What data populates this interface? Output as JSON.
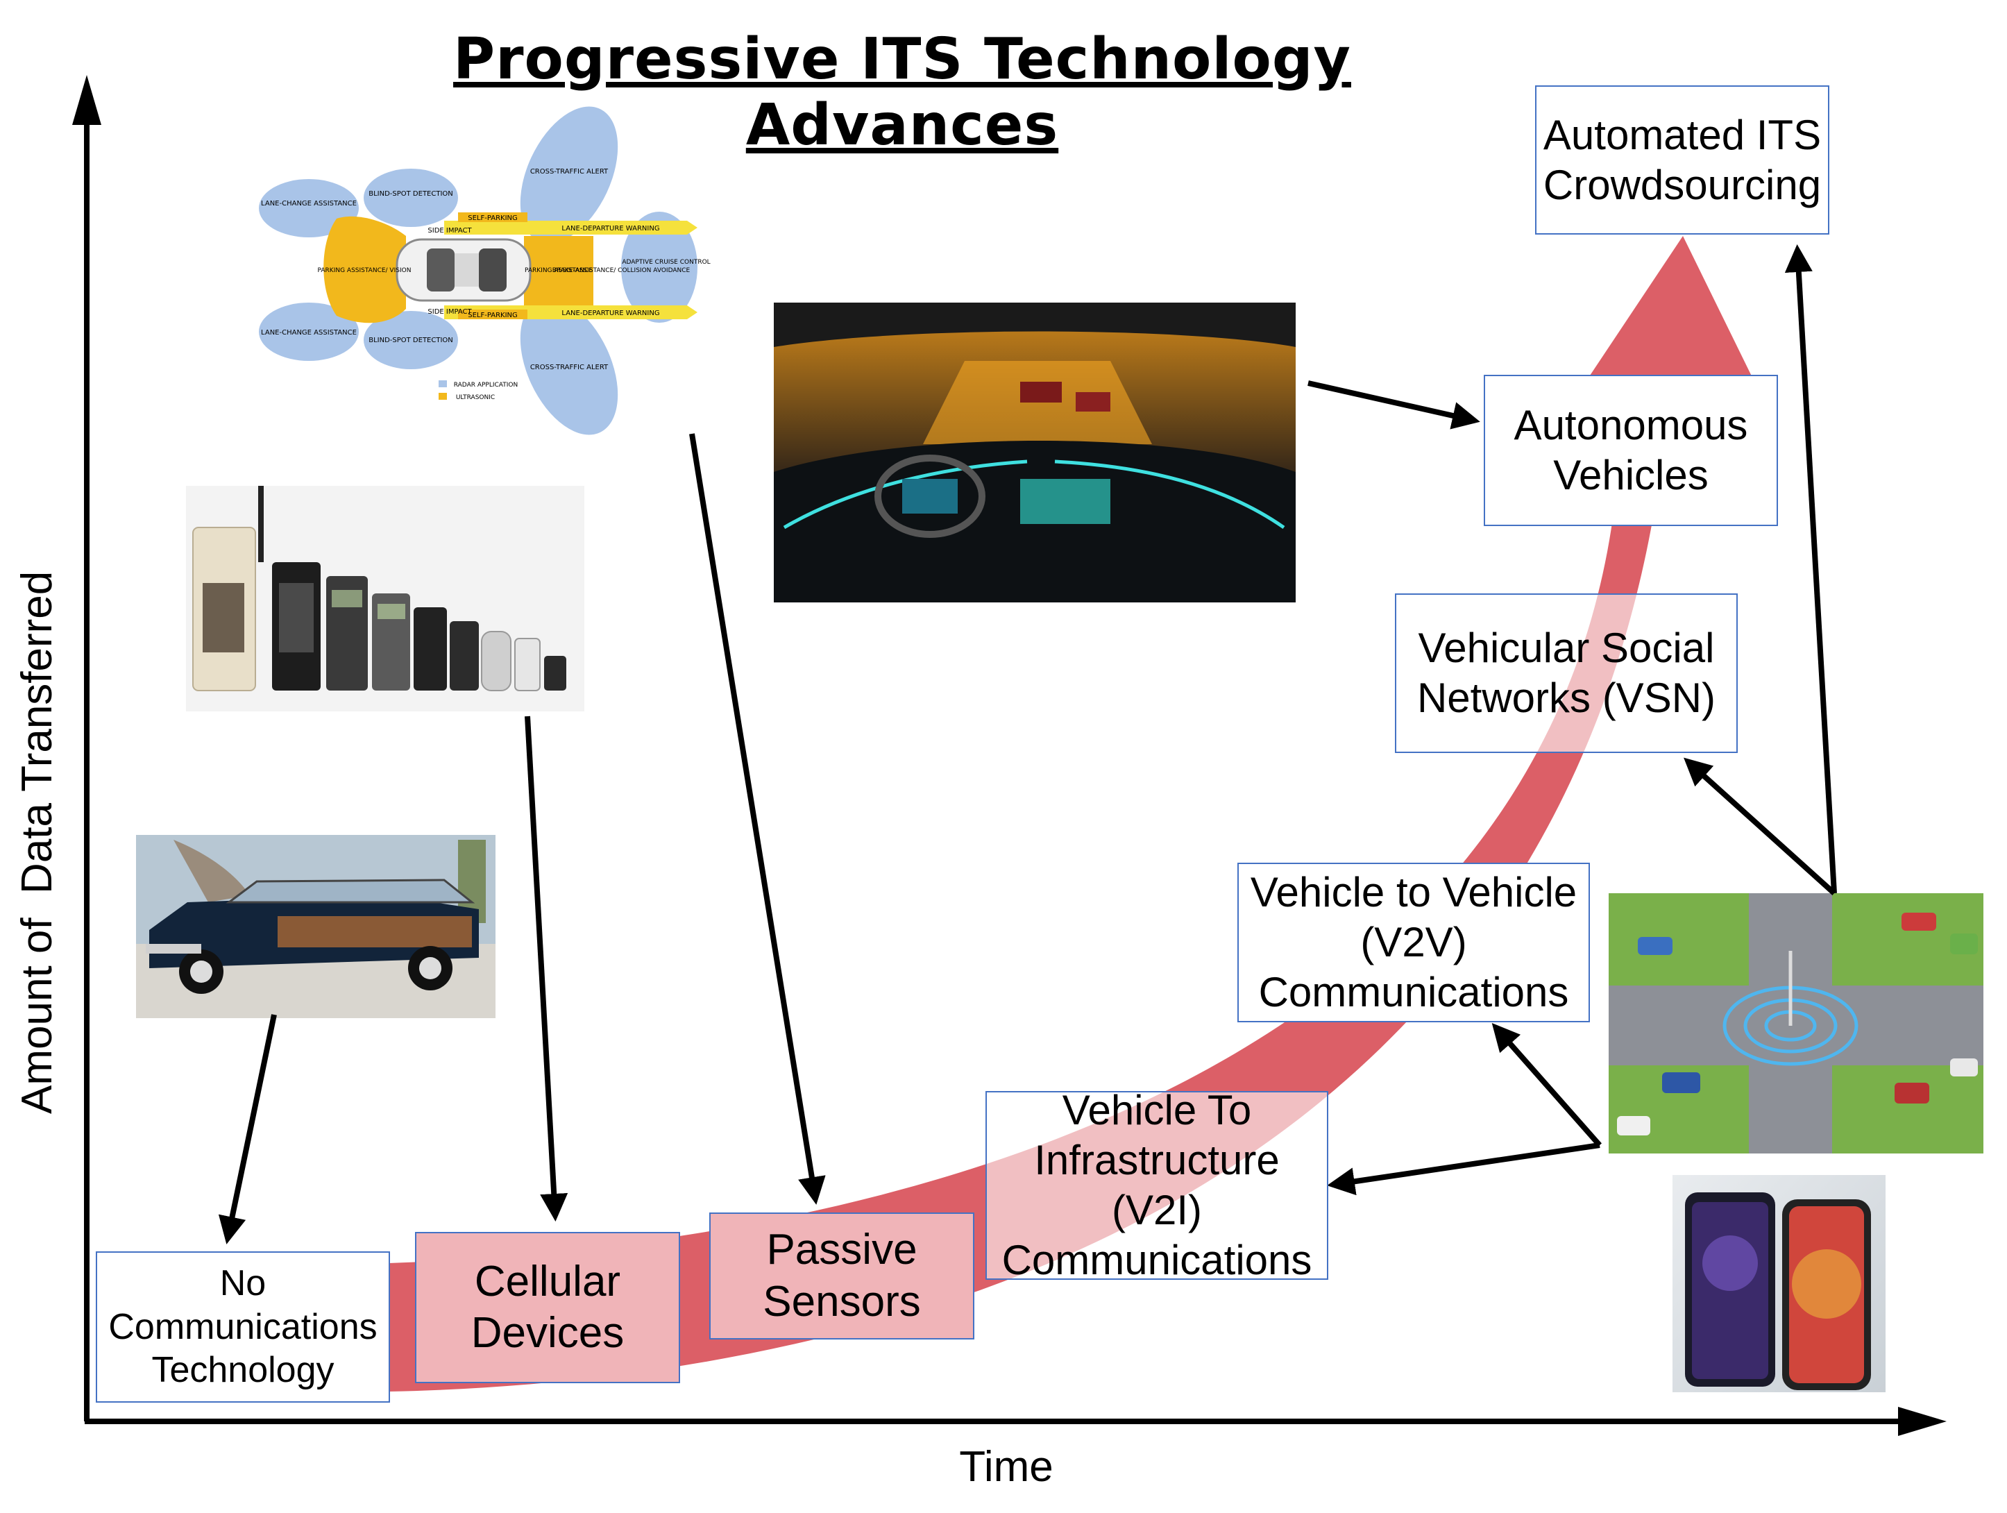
{
  "title": "Progressive ITS Technology Advances",
  "axes": {
    "x_label": "Time",
    "y_label": "Amount of  Data Transferred"
  },
  "boxes": {
    "no_comm": "No Communications Technology",
    "cellular": "Cellular Devices",
    "passive": "Passive Sensors",
    "v2i": "Vehicle To Infrastructure (V2I) Communications",
    "v2v": "Vehicle to Vehicle (V2V) Communications",
    "vsn": "Vehicular Social Networks (VSN)",
    "autonomous": "Autonomous Vehicles",
    "crowdsourcing": "Automated ITS Crowdsourcing"
  },
  "sensor_diagram": {
    "lane_change": "LANE-CHANGE ASSISTANCE",
    "blind_spot": "BLIND-SPOT DETECTION",
    "cross_traffic": "CROSS-TRAFFIC ALERT",
    "self_parking": "SELF-PARKING",
    "side_impact": "SIDE IMPACT",
    "lane_departure": "LANE-DEPARTURE WARNING",
    "parking_vision": "PARKING ASSISTANCE/ VISION",
    "parking": "PARKING ASSISTANCE",
    "brake": "BRAKE-ASSISTANCE/ COLLISION AVOIDANCE",
    "adaptive": "ADAPTIVE CRUISE CONTROL",
    "legend_radar": "RADAR APPLICATION",
    "legend_ultrasonic": "ULTRASONIC"
  },
  "colors": {
    "arrow_red": "#dc5f67",
    "box_border": "#4472c4",
    "box_fill": "#f0b4b8",
    "radar_blue": "#a9c4e8",
    "ultrasonic_yellow": "#f2b81c"
  }
}
